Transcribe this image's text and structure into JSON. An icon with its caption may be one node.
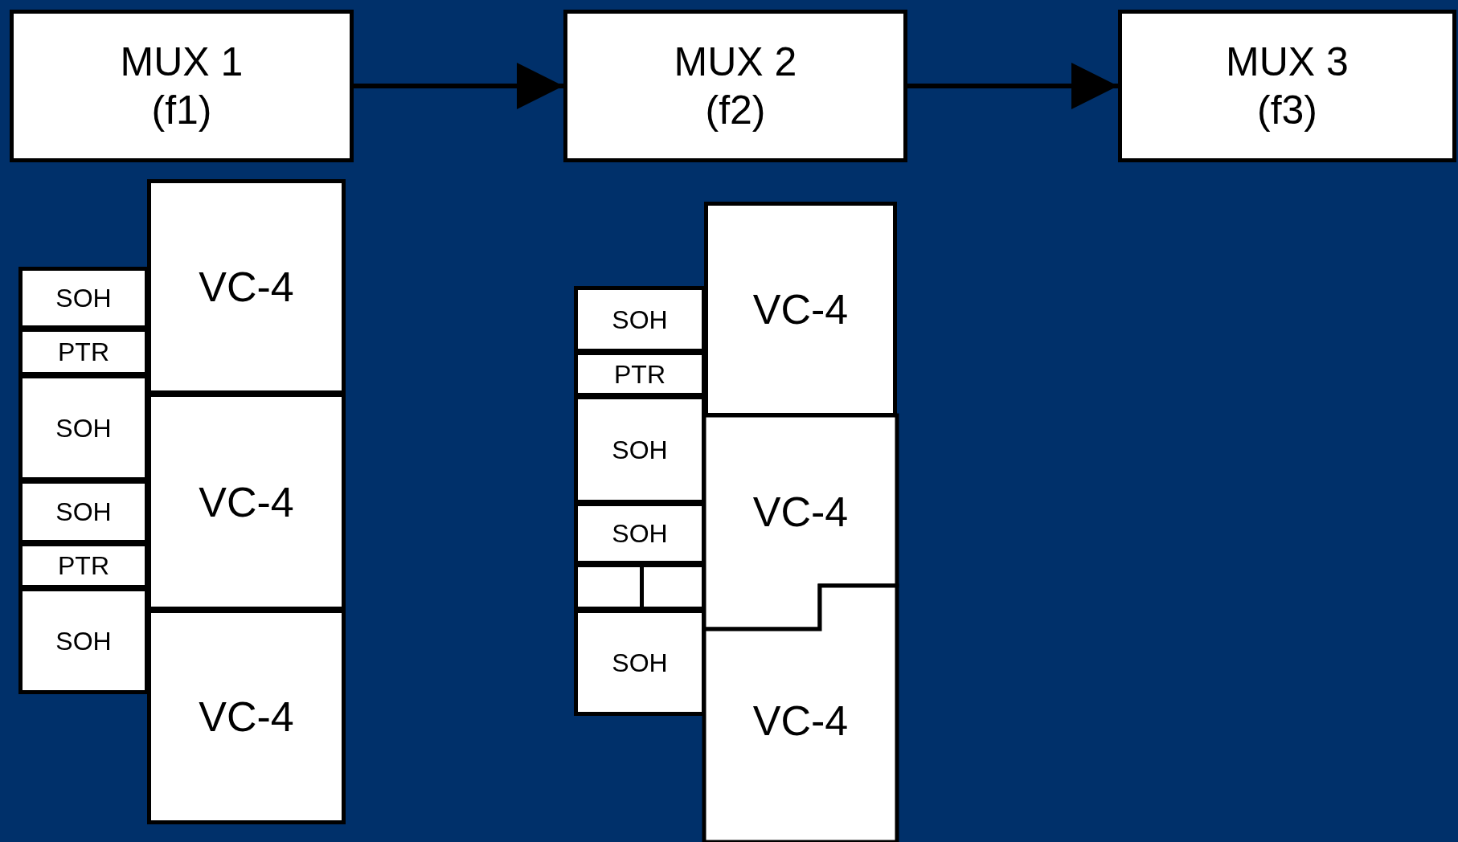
{
  "diagram": {
    "nodes": [
      {
        "text": [
          "MUX 1 (f1)"
        ]
      },
      {
        "text": [
          "MUX 2 (f2)"
        ]
      },
      {
        "text": [
          "MUX 3 (f3)"
        ]
      },
      {
        "text": [
          "SOH"
        ]
      },
      {
        "text": [
          "PTR"
        ]
      },
      {
        "text": [
          "SOH"
        ]
      },
      {
        "text": [
          "SOH"
        ]
      },
      {
        "text": [
          "PTR"
        ]
      },
      {
        "text": [
          "SOH"
        ]
      },
      {
        "text": [
          "VC-4"
        ]
      },
      {
        "text": [
          "VC-4"
        ]
      },
      {
        "text": [
          "VC-4"
        ]
      },
      {
        "text": [
          "SOH"
        ]
      },
      {
        "text": [
          "PTR"
        ]
      },
      {
        "text": [
          "SOH"
        ]
      },
      {
        "text": [
          "SOH"
        ]
      },
      {
        "text": [],
        "shape": "box"
      },
      {
        "text": [
          "SOH"
        ]
      },
      {
        "text": [
          "VC-4"
        ]
      },
      {
        "text": [
          "VC-4"
        ]
      },
      {
        "text": [
          "VC-4"
        ]
      }
    ],
    "edges": [
      {
        "from": 0,
        "to": 1,
        "arrow": "to"
      },
      {
        "from": 1,
        "to": 2,
        "arrow": "to"
      }
    ]
  }
}
